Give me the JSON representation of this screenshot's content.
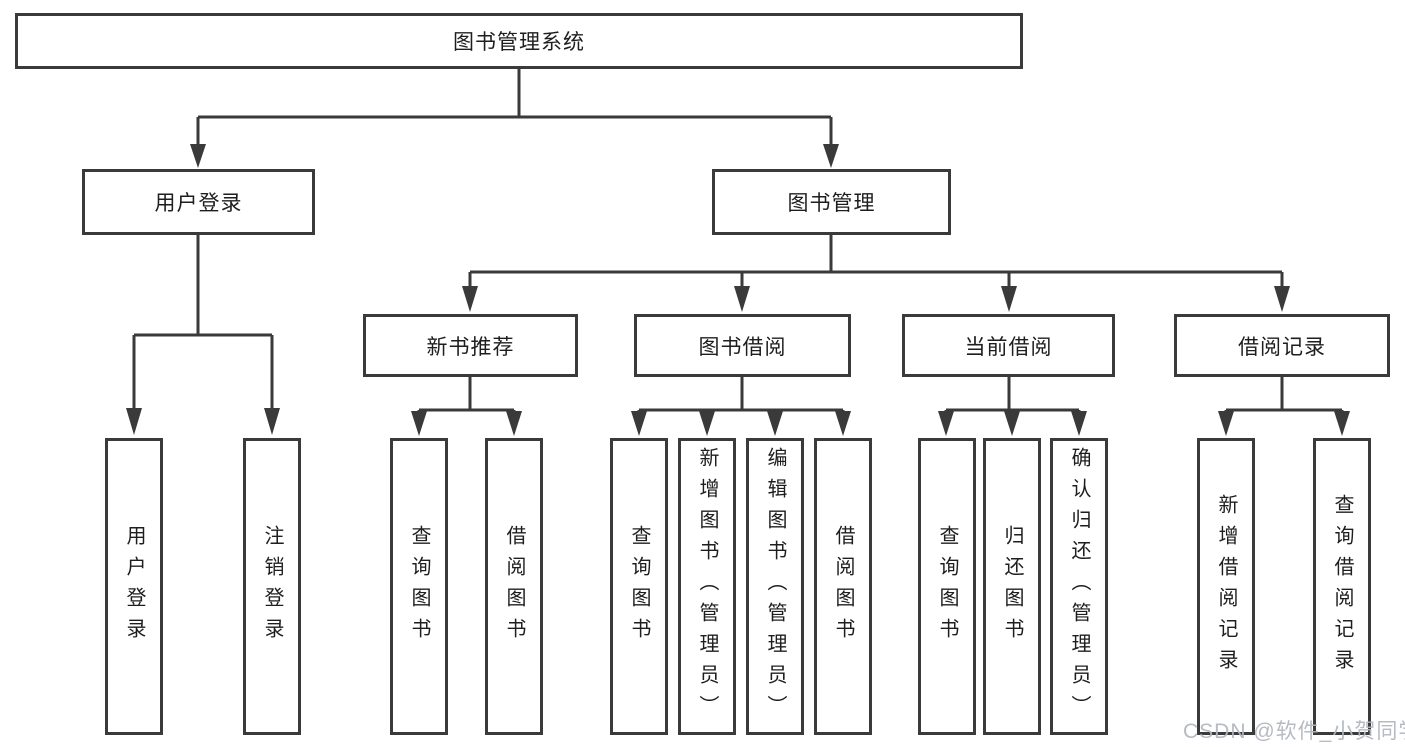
{
  "tree": {
    "root": {
      "label": "图书管理系统"
    },
    "branches": [
      {
        "label": "用户登录",
        "children": [
          "用户登录",
          "注销登录"
        ]
      },
      {
        "label": "图书管理",
        "sections": [
          {
            "label": "新书推荐",
            "children": [
              "查询图书",
              "借阅图书"
            ]
          },
          {
            "label": "图书借阅",
            "children": [
              "查询图书",
              "新增图书（管理员）",
              "编辑图书（管理员）",
              "借阅图书"
            ]
          },
          {
            "label": "当前借阅",
            "children": [
              "查询图书",
              "归还图书",
              "确认归还（管理员）"
            ]
          },
          {
            "label": "借阅记录",
            "children": [
              "新增借阅记录",
              "查询借阅记录"
            ]
          }
        ]
      }
    ]
  },
  "watermark": "CSDN @软件_小贺同学",
  "colors": {
    "line": "#3a3a3a",
    "text": "#1e1e1e",
    "background": "#ffffff",
    "watermark": "#b2b6bf"
  }
}
